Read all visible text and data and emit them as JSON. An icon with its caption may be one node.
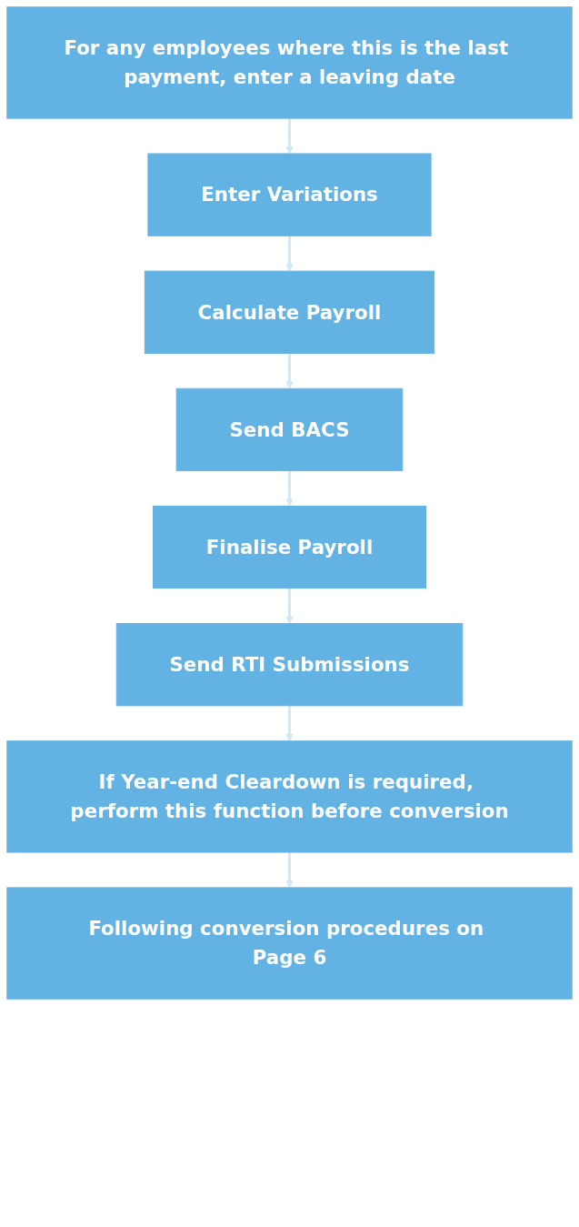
{
  "diagram": {
    "nodes": [
      {
        "text": [
          "For any employees where this is the last payment, enter a leaving date"
        ]
      },
      {
        "text": [
          "Enter Variations"
        ]
      },
      {
        "text": [
          "Calculate Payroll"
        ]
      },
      {
        "text": [
          "Send BACS"
        ]
      },
      {
        "text": [
          "Finalise Payroll"
        ]
      },
      {
        "text": [
          "Send RTI Submissions"
        ]
      },
      {
        "text": [
          "If Year-end Cleardown is required, perform this function before conversion"
        ]
      },
      {
        "text": [
          "Following conversion procedures on Page 6"
        ]
      }
    ],
    "edges": [
      {
        "from": 0,
        "to": 1,
        "arrow": "to",
        "color": "#cfe7f6"
      },
      {
        "from": 1,
        "to": 2,
        "arrow": "to",
        "color": "#cfe7f6"
      },
      {
        "from": 2,
        "to": 3,
        "arrow": "to",
        "color": "#cfe7f6"
      },
      {
        "from": 3,
        "to": 4,
        "arrow": "to",
        "color": "#cfe7f6"
      },
      {
        "from": 4,
        "to": 5,
        "arrow": "to",
        "color": "#cfe7f6"
      },
      {
        "from": 5,
        "to": 6,
        "arrow": "to",
        "color": "#cfe7f6"
      },
      {
        "from": 6,
        "to": 7,
        "arrow": "to",
        "color": "#cfe7f6"
      }
    ]
  }
}
